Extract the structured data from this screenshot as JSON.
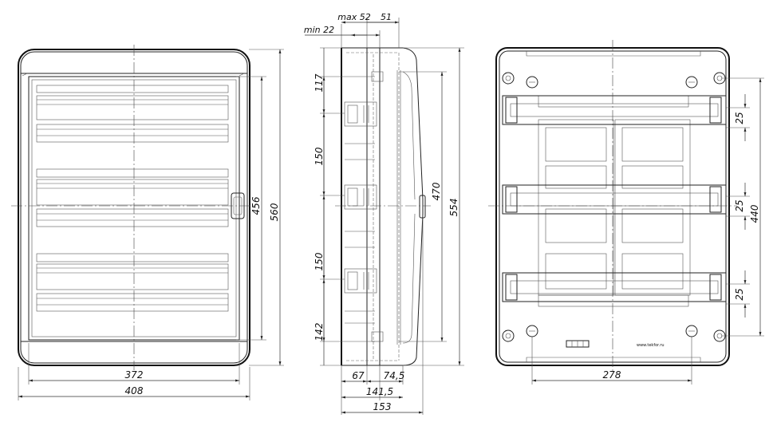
{
  "front_view": {
    "dims": {
      "width_inner": "372",
      "width_outer": "408",
      "height_inner": "456",
      "height_outer": "560"
    }
  },
  "side_view": {
    "dims": {
      "max_depth": "max 52",
      "depth_51": "51",
      "min_depth": "min 22",
      "v117": "117",
      "v150a": "150",
      "v150b": "150",
      "v142": "142",
      "h470": "470",
      "h554": "554",
      "w67": "67",
      "w74": "74,5",
      "w141": "141,5",
      "w153": "153"
    }
  },
  "back_view": {
    "dims": {
      "rail_gap_1": "25",
      "rail_gap_2": "25",
      "rail_gap_3": "25",
      "height_440": "440",
      "width_278": "278"
    },
    "marking_text": "www.tekfor.ru"
  }
}
